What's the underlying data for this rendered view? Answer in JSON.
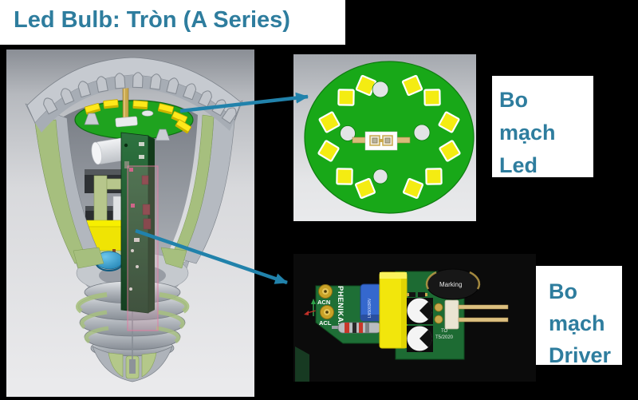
{
  "title": {
    "text": "Led Bulb: Tròn (A Series)",
    "color": "#2E7D9E"
  },
  "callouts": {
    "led": {
      "lines": [
        "Bo",
        "mạch",
        "Led"
      ]
    },
    "driver": {
      "lines": [
        "Bo",
        "mạch",
        "Driver"
      ]
    }
  },
  "arrows": {
    "color": "#2182AB",
    "count": 2
  },
  "led_board": {
    "led_count": 12,
    "hole_count": 4,
    "pcb_color": "#18A818",
    "led_color": "#F4EC12"
  },
  "driver_board": {
    "pcb_color": "#1D6B33",
    "pad_labels": [
      "ACN",
      "ACL"
    ],
    "brand": "PHENIKAA",
    "capacitor_label": "LN5003RV",
    "toroid_label": "Marking",
    "date_lines": [
      "TO",
      "T5/2020"
    ]
  }
}
